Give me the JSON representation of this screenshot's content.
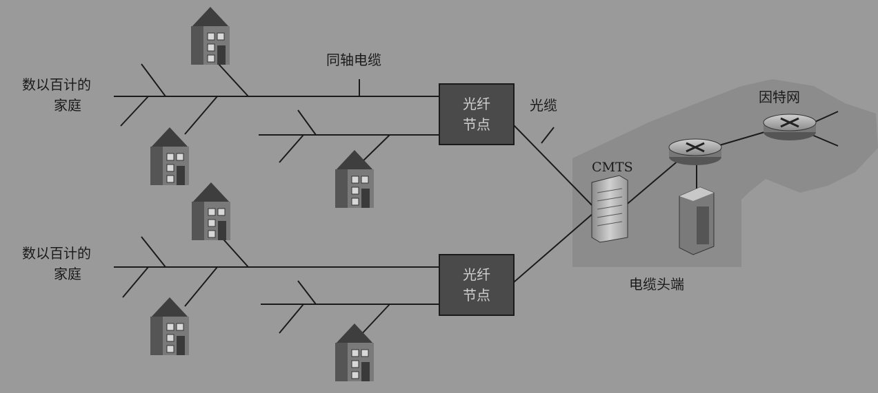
{
  "labels": {
    "coax": "同轴电缆",
    "homes_top_line1": "数以百计的",
    "homes_top_line2": "家庭",
    "homes_bottom_line1": "数以百计的",
    "homes_bottom_line2": "家庭",
    "fiber_cable": "光缆",
    "internet": "因特网",
    "cmts": "CMTS",
    "headend": "电缆头端"
  },
  "fiber_nodes": [
    {
      "line1": "光纤",
      "line2": "节点"
    },
    {
      "line1": "光纤",
      "line2": "节点"
    }
  ],
  "colors": {
    "background": "#9a9a9a",
    "headend_area": "#8a8a8a",
    "fiber_node": "#4a4a4a",
    "lines": "#1a1a1a"
  }
}
